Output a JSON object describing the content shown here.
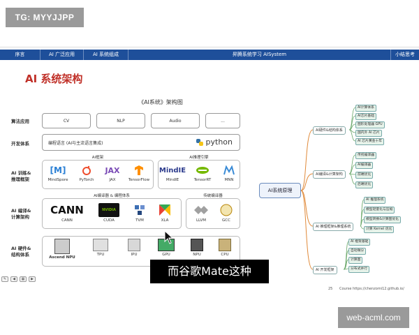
{
  "watermarks": {
    "top": "TG: MYYJJPP",
    "bottom": "web-acml.com"
  },
  "topbar": {
    "tabs": [
      "序言",
      "AI 广泛应用",
      "AI 系统组成",
      "昇腾系统学习 AISystem",
      "小结思考"
    ]
  },
  "slide": {
    "title": "AI 系统架构",
    "subtitle": "《AI系统》架构图",
    "rows": {
      "app": {
        "label": "算法应用",
        "items": [
          "CV",
          "NLP",
          "Audio",
          "..."
        ]
      },
      "dev": {
        "label": "开发体系",
        "text": "编程语言 (AI与主流语言集成)",
        "logo": "python"
      },
      "framework": {
        "label": "AI 训练&\n推理框架",
        "group1": "AI框架",
        "group2": "AI推理引擎",
        "items": [
          "MindSpore",
          "PyTorch",
          "JAX",
          "TensorFlow",
          "MindIE",
          "TensorRT",
          "MNN"
        ],
        "mindie_logo": "MindIE"
      },
      "compile": {
        "label": "AI 编译&\n计算架构",
        "group1": "AI编译器 & 编程体系",
        "group2": "传统编译器",
        "items": [
          "CANN",
          "CUDA",
          "TVM",
          "XLA",
          "LLVM",
          "GCC"
        ],
        "cann_logo": "CANN"
      },
      "hardware": {
        "label": "AI 硬件&\n结构体系",
        "items": [
          "Ascend NPU",
          "TPU",
          "IPU",
          "GPU",
          "NPU",
          "CPU"
        ]
      }
    },
    "mindmap": {
      "root": "AI系统原理",
      "branches": [
        {
          "label": "AI硬件&结构体系",
          "leaves": [
            "AI计算体系",
            "AI芯片基础",
            "图形处理器 GPU",
            "国内外 AI 芯片",
            "AI 芯片黄金十年"
          ]
        },
        {
          "label": "AI编译&计算架构",
          "leaves": [
            "传统编译器",
            "AI编译器",
            "前端优化",
            "后端优化"
          ]
        },
        {
          "label": "AI 推理框架&推理系统",
          "leaves": [
            "AI 推理系统",
            "模型轻量化与压缩",
            "模型转换&计算图优化",
            "计算 Kernel 优化"
          ]
        },
        {
          "label": "AI 开发框架",
          "leaves": [
            "AI 框架基础",
            "自动微分",
            "计算图",
            "分布式并行"
          ]
        }
      ]
    },
    "footer": {
      "page": "25",
      "url": "Course https://chenzomi12.github.io/"
    }
  },
  "subtitle_caption": "而谷歌Mate这种",
  "colors": {
    "topbar": "#1e4f9a",
    "title": "#c03028",
    "accent_green": "#e7f3ea"
  }
}
